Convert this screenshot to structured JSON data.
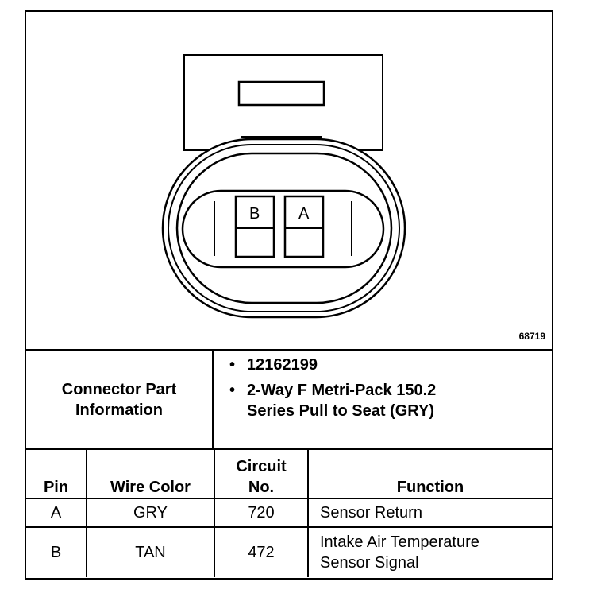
{
  "figure": {
    "id_number": "68719",
    "pins": [
      "B",
      "A"
    ]
  },
  "connector_info": {
    "label": "Connector Part Information",
    "items": [
      "12162199",
      "2-Way F Metri-Pack 150.2 Series Pull to Seat (GRY)"
    ],
    "bullet_char": "•"
  },
  "pin_table": {
    "headers": {
      "pin": "Pin",
      "wire_color": "Wire Color",
      "circuit_no": "Circuit No.",
      "function": "Function"
    },
    "rows": [
      {
        "pin": "A",
        "wire_color": "GRY",
        "circuit_no": "720",
        "function": "Sensor Return"
      },
      {
        "pin": "B",
        "wire_color": "TAN",
        "circuit_no": "472",
        "function": "Intake Air Temperature Sensor Signal"
      }
    ]
  }
}
